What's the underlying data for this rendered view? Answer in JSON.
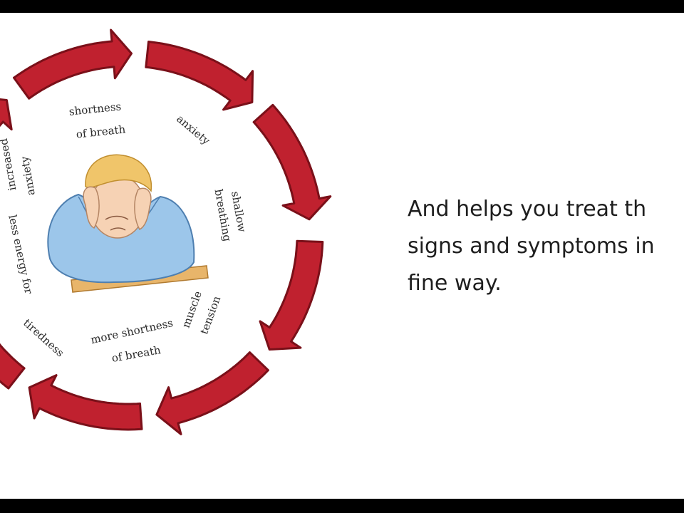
{
  "diagram": {
    "arrow_color": "#c0212f",
    "arrow_edge": "#7a1019",
    "labels": {
      "shortness_line1": "shortness",
      "shortness_line2": "of breath",
      "anxiety": "anxiety",
      "shallow_line1": "shallow",
      "shallow_line2": "breathing",
      "muscle_line1": "muscle",
      "muscle_line2": "tension",
      "more_line1": "more shortness",
      "more_line2": "of breath",
      "tiredness": "tiredness",
      "less_energy": "less energy for",
      "increased_line1": "increased",
      "increased_line2": "anxiety"
    }
  },
  "caption": {
    "line1": "And helps you treat th",
    "line2": "signs and symptoms in",
    "line3": "fine way."
  }
}
